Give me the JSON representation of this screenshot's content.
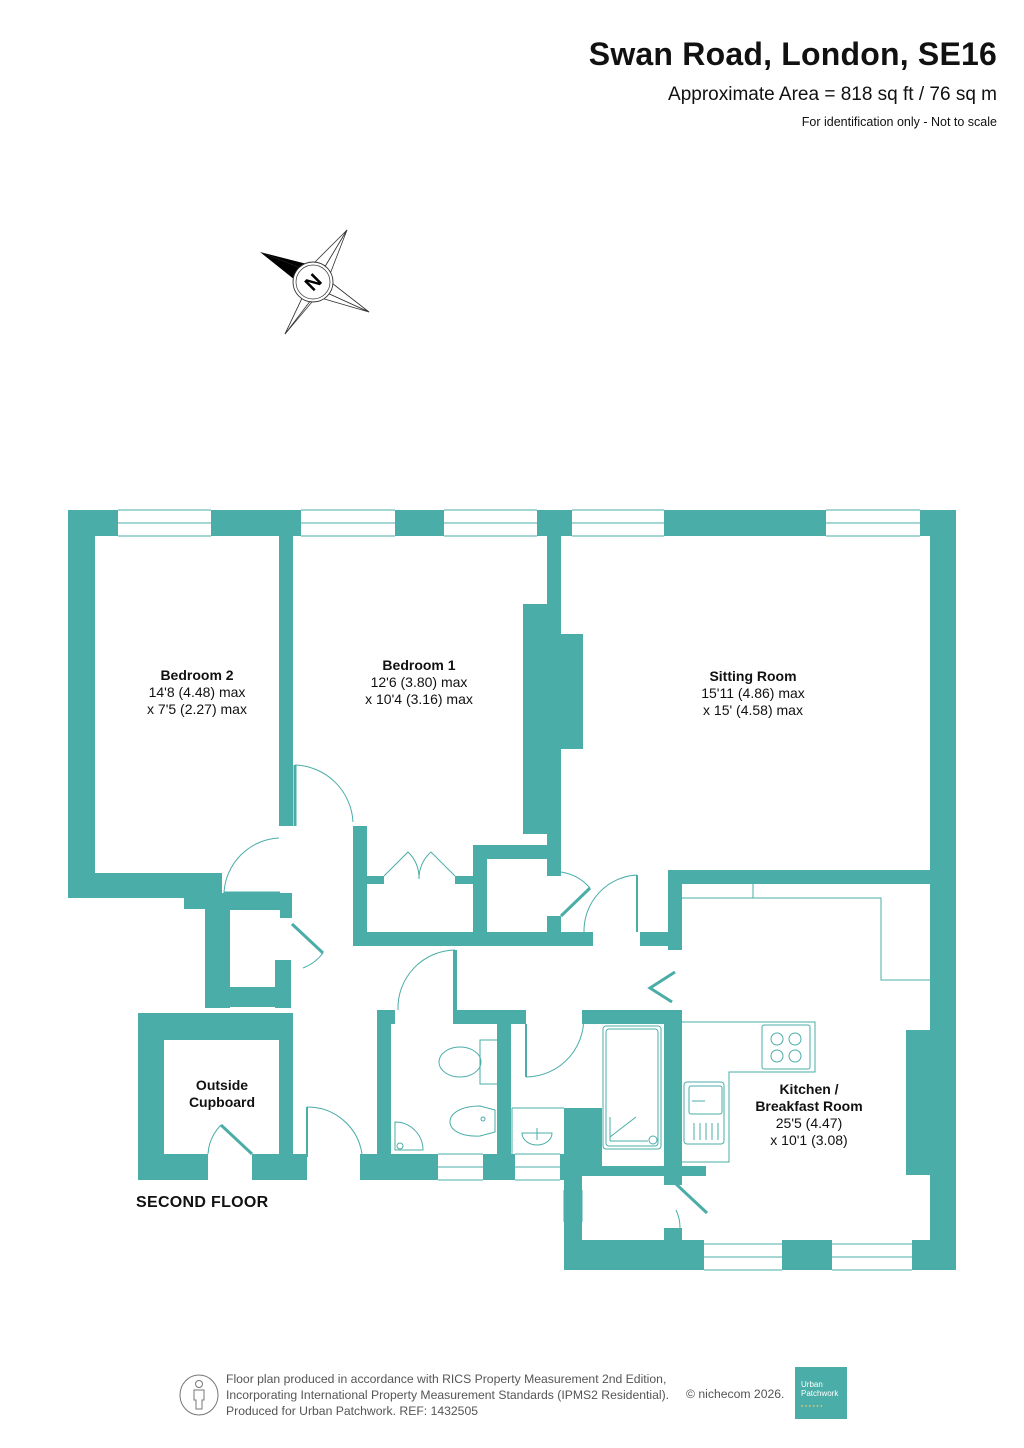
{
  "header": {
    "title": "Swan Road, London, SE16",
    "area": "Approximate Area = 818 sq ft / 76 sq m",
    "note": "For identification only - Not to scale"
  },
  "compass": {
    "icon": "compass-north-icon",
    "label": "N"
  },
  "colors": {
    "wall": "#4aada8",
    "fixture_line": "#4aada8",
    "text": "#111111",
    "footer_text": "#555555"
  },
  "rooms": {
    "bedroom2": {
      "name": "Bedroom 2",
      "dim1": "14'8 (4.48) max",
      "dim2": "x 7'5 (2.27) max"
    },
    "bedroom1": {
      "name": "Bedroom 1",
      "dim1": "12'6 (3.80) max",
      "dim2": "x 10'4 (3.16) max"
    },
    "sitting": {
      "name": "Sitting Room",
      "dim1": "15'11 (4.86) max",
      "dim2": "x 15' (4.58) max"
    },
    "kitchen": {
      "name1": "Kitchen /",
      "name2": "Breakfast Room",
      "dim1": "25'5 (4.47)",
      "dim2": "x 10'1 (3.08)"
    },
    "cupboard": {
      "name1": "Outside",
      "name2": "Cupboard"
    }
  },
  "floor_label": "SECOND FLOOR",
  "footer": {
    "line1": "Floor plan produced in accordance with RICS Property Measurement 2nd Edition,",
    "line2": "Incorporating International Property Measurement Standards (IPMS2 Residential).",
    "line3": "Produced for Urban Patchwork.   REF:  1432505",
    "copyright": "© nichecom 2026.",
    "logo_line1": "Urban",
    "logo_line2": "Patchwork",
    "icon": "person-icon"
  }
}
